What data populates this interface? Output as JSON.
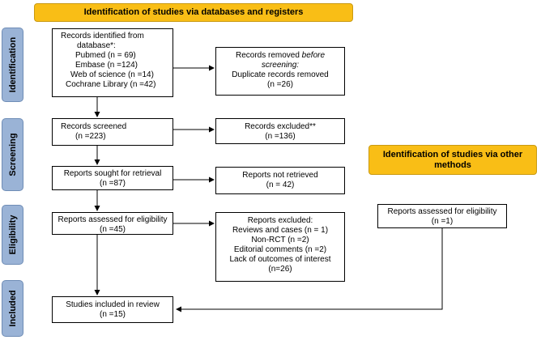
{
  "banners": {
    "main": "Identification of studies via databases and registers",
    "other": "Identification of studies via other methods"
  },
  "phases": {
    "identification": "Identification",
    "screening": "Screening",
    "eligibility": "Eligibility",
    "included": "Included"
  },
  "boxes": {
    "records_identified": [
      "Records identified from",
      "database*:",
      "Pubmed (n = 69)",
      "Embase (n =124)",
      "Web of science (n =14)",
      "Cochrane Library (n =42)"
    ],
    "records_removed": {
      "line1": "Records removed",
      "line1_em": "before",
      "line2_em": "screening:",
      "line3": "Duplicate records removed",
      "line4": "(n =26)"
    },
    "records_screened": [
      "Records screened",
      "(n =223)"
    ],
    "records_excluded": [
      "Records excluded**",
      "(n =136)"
    ],
    "reports_sought": [
      "Reports sought for retrieval",
      "(n =87)"
    ],
    "reports_not_retrieved": [
      "Reports not retrieved",
      "(n = 42)"
    ],
    "reports_assessed": [
      "Reports assessed for eligibility",
      "(n =45)"
    ],
    "reports_excluded": [
      "Reports excluded:",
      "Reviews and cases (n = 1)",
      "Non-RCT (n =2)",
      "Editorial comments (n =2)",
      "Lack of outcomes of interest",
      "(n=26)"
    ],
    "other_assessed": [
      "Reports assessed for eligibility",
      "(n =1)"
    ],
    "included": [
      "Studies included in review",
      "(n =15)"
    ]
  },
  "colors": {
    "banner": "#f9be16",
    "phase": "#9ab3d6",
    "line": "#000000"
  }
}
